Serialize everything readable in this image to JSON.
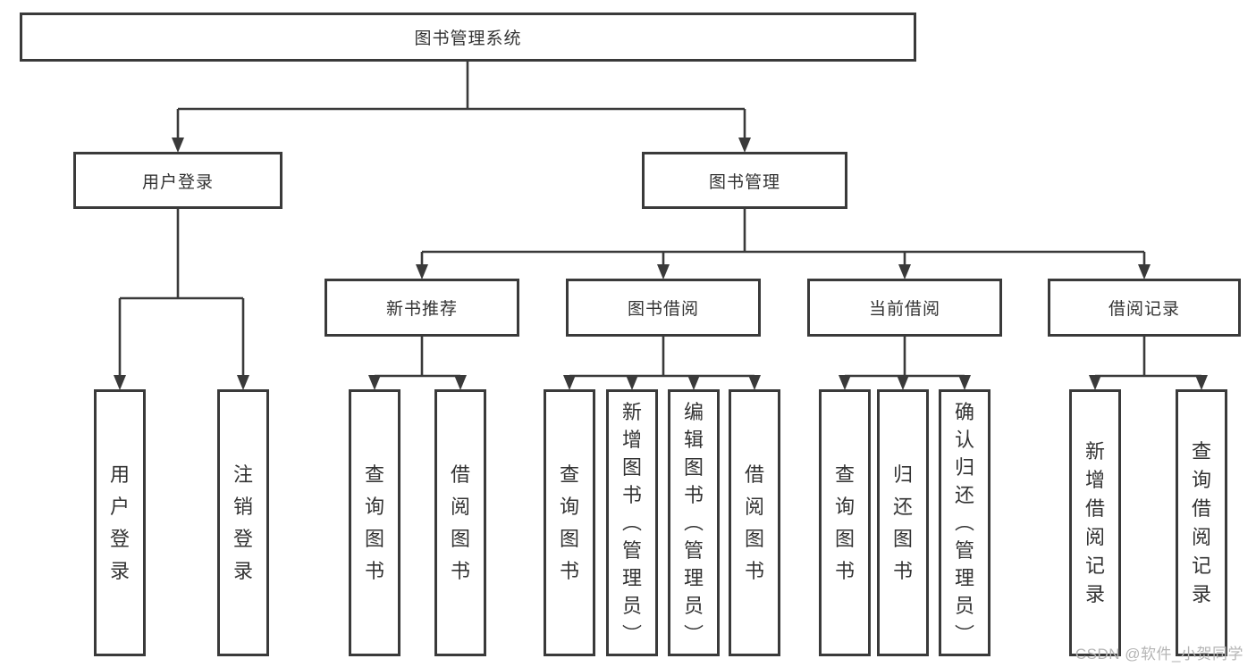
{
  "diagram": {
    "title": "图书管理系统",
    "tree": {
      "root": {
        "label": "图书管理系统"
      },
      "children": [
        {
          "label": "用户登录",
          "children": [
            {
              "label": "用户登录"
            },
            {
              "label": "注销登录"
            }
          ]
        },
        {
          "label": "图书管理",
          "children": [
            {
              "label": "新书推荐",
              "children": [
                {
                  "label": "查询图书"
                },
                {
                  "label": "借阅图书"
                }
              ]
            },
            {
              "label": "图书借阅",
              "children": [
                {
                  "label": "查询图书"
                },
                {
                  "label": "新增图书（管理员）"
                },
                {
                  "label": "编辑图书（管理员）"
                },
                {
                  "label": "借阅图书"
                }
              ]
            },
            {
              "label": "当前借阅",
              "children": [
                {
                  "label": "查询图书"
                },
                {
                  "label": "归还图书"
                },
                {
                  "label": "确认归还（管理员）"
                }
              ]
            },
            {
              "label": "借阅记录",
              "children": [
                {
                  "label": "新增借阅记录"
                },
                {
                  "label": "查询借阅记录"
                }
              ]
            }
          ]
        }
      ]
    }
  },
  "watermark": {
    "text": "CSDN @软件_小贺同学"
  },
  "colors": {
    "line": "#3a3a3a",
    "text": "#333333",
    "watermark": "#b5b5b5",
    "background": "#ffffff"
  }
}
